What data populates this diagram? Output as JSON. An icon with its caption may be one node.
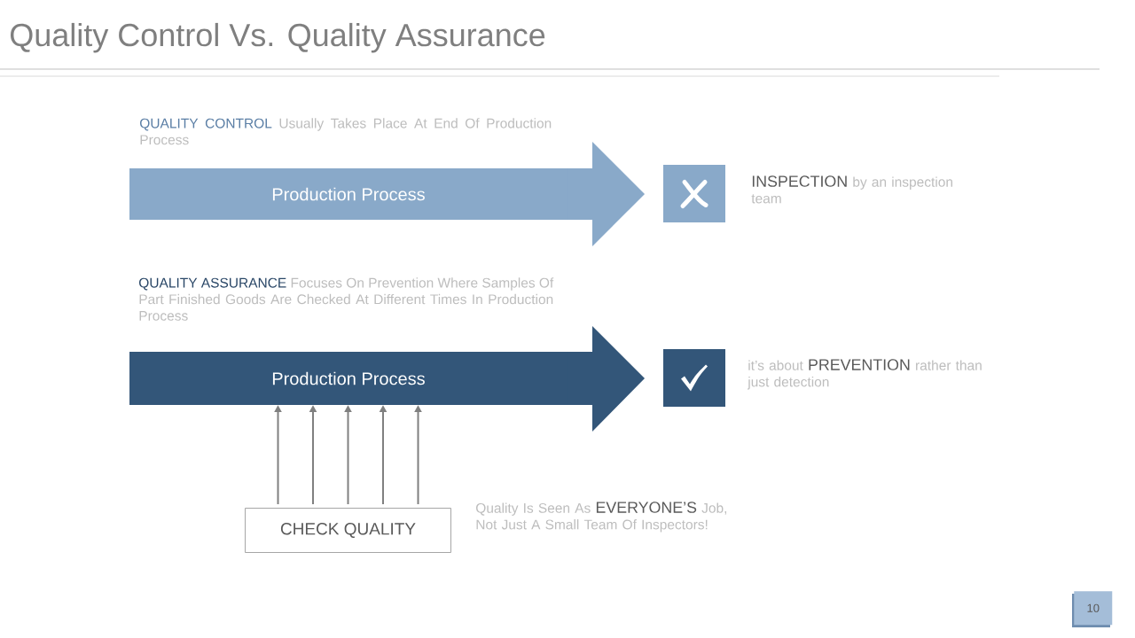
{
  "diagram": {
    "title": "Quality Control Vs. Quality Assurance",
    "nodes": [
      {
        "text": [
          "Production Process"
        ]
      },
      {
        "text": [],
        "shape": "box",
        "beside": [
          "**INSPECTION** by an inspection team"
        ]
      },
      {
        "text": [
          "Production Process"
        ]
      },
      {
        "text": [],
        "shape": "box",
        "beside": [
          "it’s about **PREVENTION** rather than just detection"
        ]
      },
      {
        "text": [
          "CHECK QUALITY"
        ]
      },
      {
        "text": [
          "10"
        ]
      }
    ],
    "edges": [
      {
        "from": 4,
        "to": 2,
        "arrow": "to"
      },
      {
        "from": 4,
        "to": 2,
        "arrow": "to"
      },
      {
        "from": 4,
        "to": 2,
        "arrow": "to"
      },
      {
        "from": 4,
        "to": 2,
        "arrow": "to"
      },
      {
        "from": 4,
        "to": 2,
        "arrow": "to"
      }
    ],
    "labels": [
      "**QUALITY CONTROL** Usually Takes Place At End Of Production Process",
      "**QUALITY ASSURANCE** Focuses On Prevention Where Samples Of Part Finished Goods Are Checked At Different Times In Production Process",
      "Quality Is Seen As **EVERYONE’S** Job, Not Just A Small Team Of Inspectors!"
    ]
  }
}
